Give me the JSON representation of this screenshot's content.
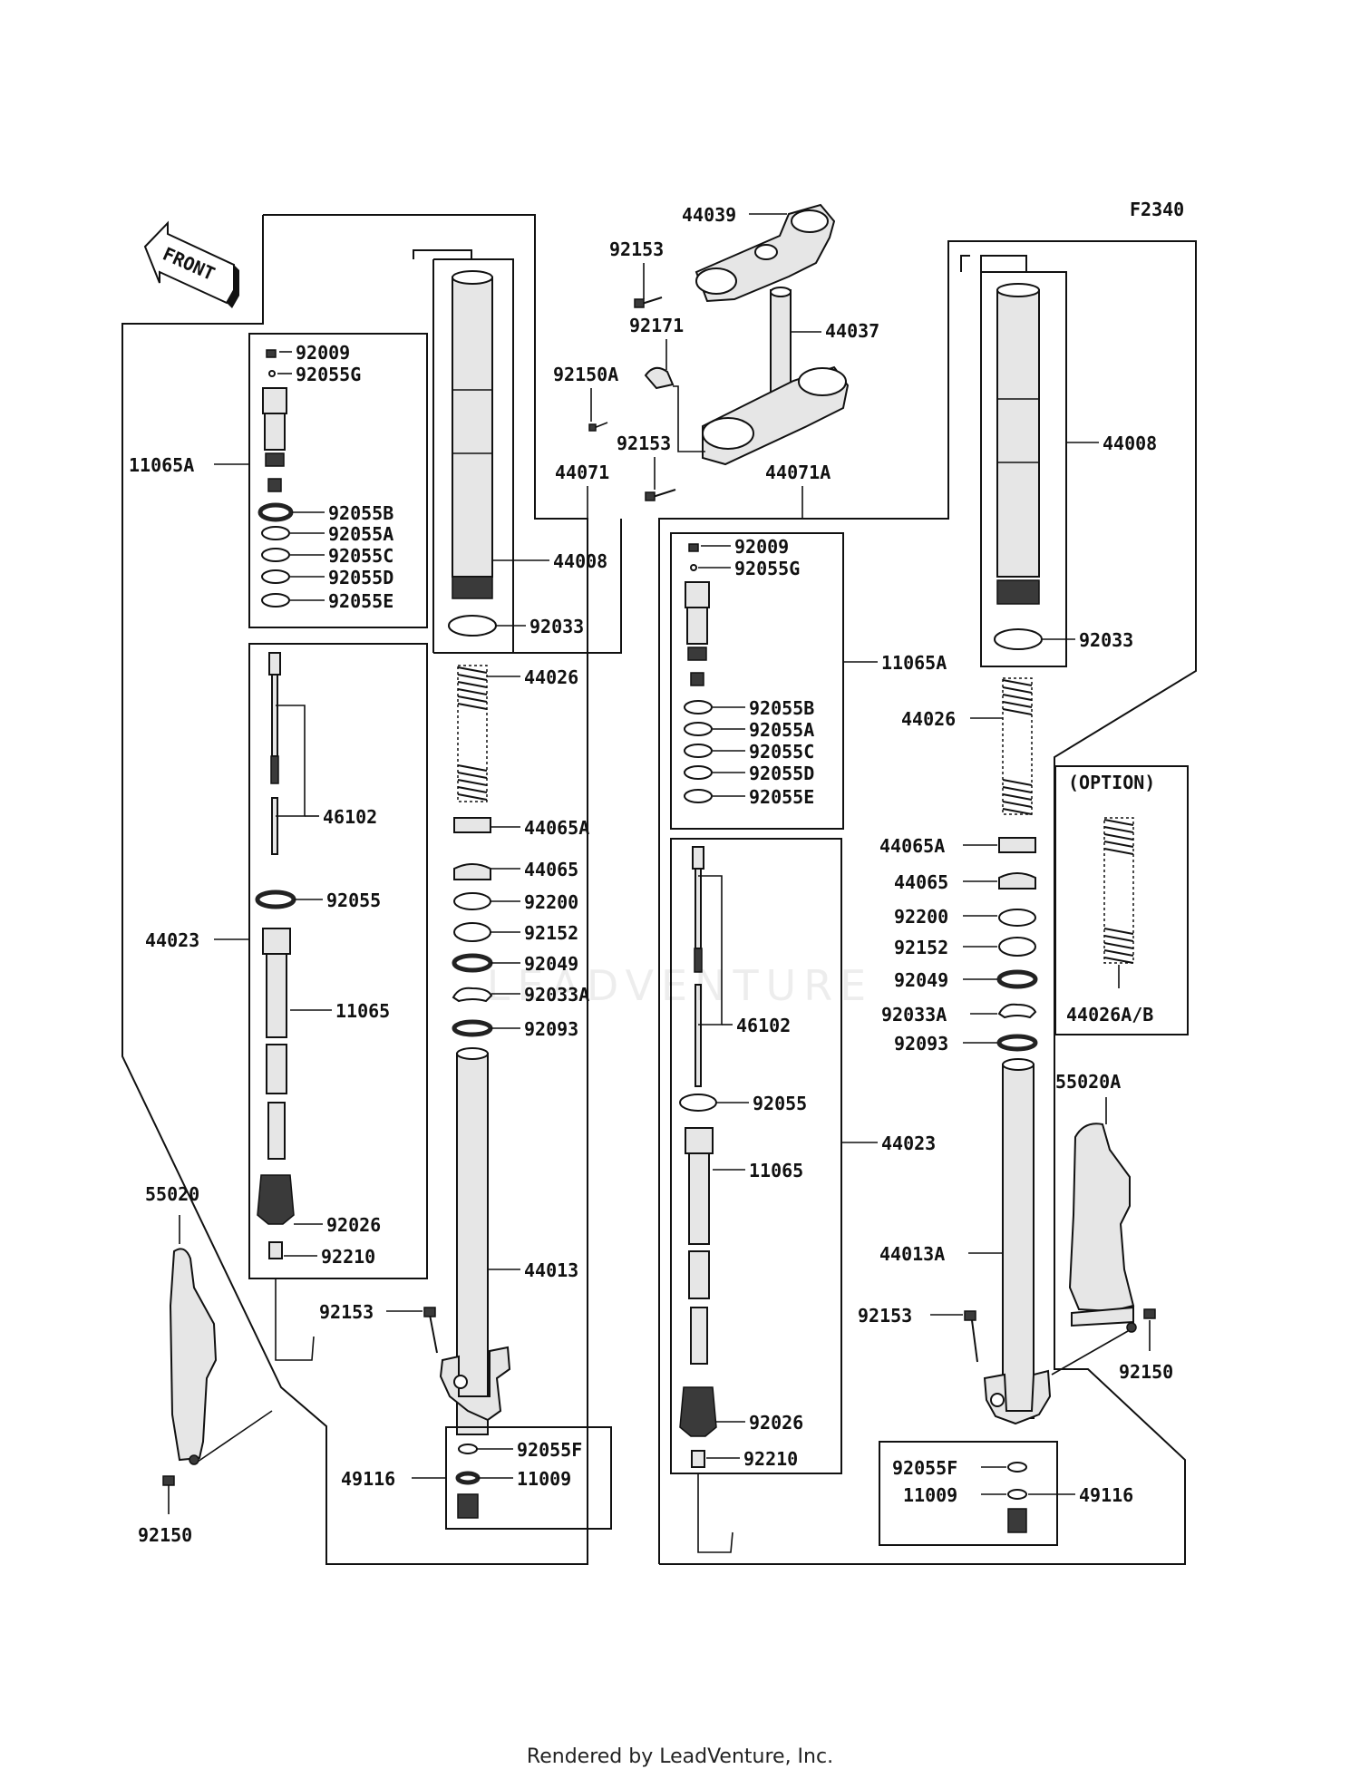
{
  "diagram": {
    "code": "F2340",
    "front_label": "FRONT",
    "option_label": "(OPTION)",
    "watermark": "LEADVENTURE",
    "footer": "Rendered by LeadVenture, Inc."
  },
  "callouts": {
    "c44039": "44039",
    "c92153_top": "92153",
    "c92171": "92171",
    "c44037": "44037",
    "c92150A": "92150A",
    "c92153_mid": "92153",
    "c44071": "44071",
    "c44071A": "44071A",
    "L_92009": "92009",
    "L_92055G": "92055G",
    "L_11065A": "11065A",
    "L_92055B": "92055B",
    "L_92055A": "92055A",
    "L_92055C": "92055C",
    "L_92055D": "92055D",
    "L_92055E": "92055E",
    "L_44008": "44008",
    "L_92033": "92033",
    "L_44026": "44026",
    "L_46102": "46102",
    "L_44065A": "44065A",
    "L_44065": "44065",
    "L_92055": "92055",
    "L_92200": "92200",
    "L_92152": "92152",
    "L_44023": "44023",
    "L_92049": "92049",
    "L_92033A": "92033A",
    "L_11065": "11065",
    "L_92093": "92093",
    "L_55020": "55020",
    "L_92026": "92026",
    "L_92210": "92210",
    "L_44013": "44013",
    "L_92153": "92153",
    "L_92055F": "92055F",
    "L_49116": "49116",
    "L_11009": "11009",
    "L_92150": "92150",
    "R_92009": "92009",
    "R_92055G": "92055G",
    "R_11065A": "11065A",
    "R_92055B": "92055B",
    "R_92055A": "92055A",
    "R_92055C": "92055C",
    "R_92055D": "92055D",
    "R_92055E": "92055E",
    "R_44008": "44008",
    "R_92033": "92033",
    "R_44026": "44026",
    "R_44065A": "44065A",
    "R_44065": "44065",
    "R_92200": "92200",
    "R_92152": "92152",
    "R_92049": "92049",
    "R_92033A": "92033A",
    "R_92093": "92093",
    "R_46102": "46102",
    "R_92055": "92055",
    "R_44023": "44023",
    "R_11065": "11065",
    "R_55020A": "55020A",
    "R_44013A": "44013A",
    "R_92153": "92153",
    "R_92150": "92150",
    "R_92026": "92026",
    "R_92210": "92210",
    "R_92055F": "92055F",
    "R_11009": "11009",
    "R_49116": "49116",
    "R_44026AB": "44026A/B"
  }
}
